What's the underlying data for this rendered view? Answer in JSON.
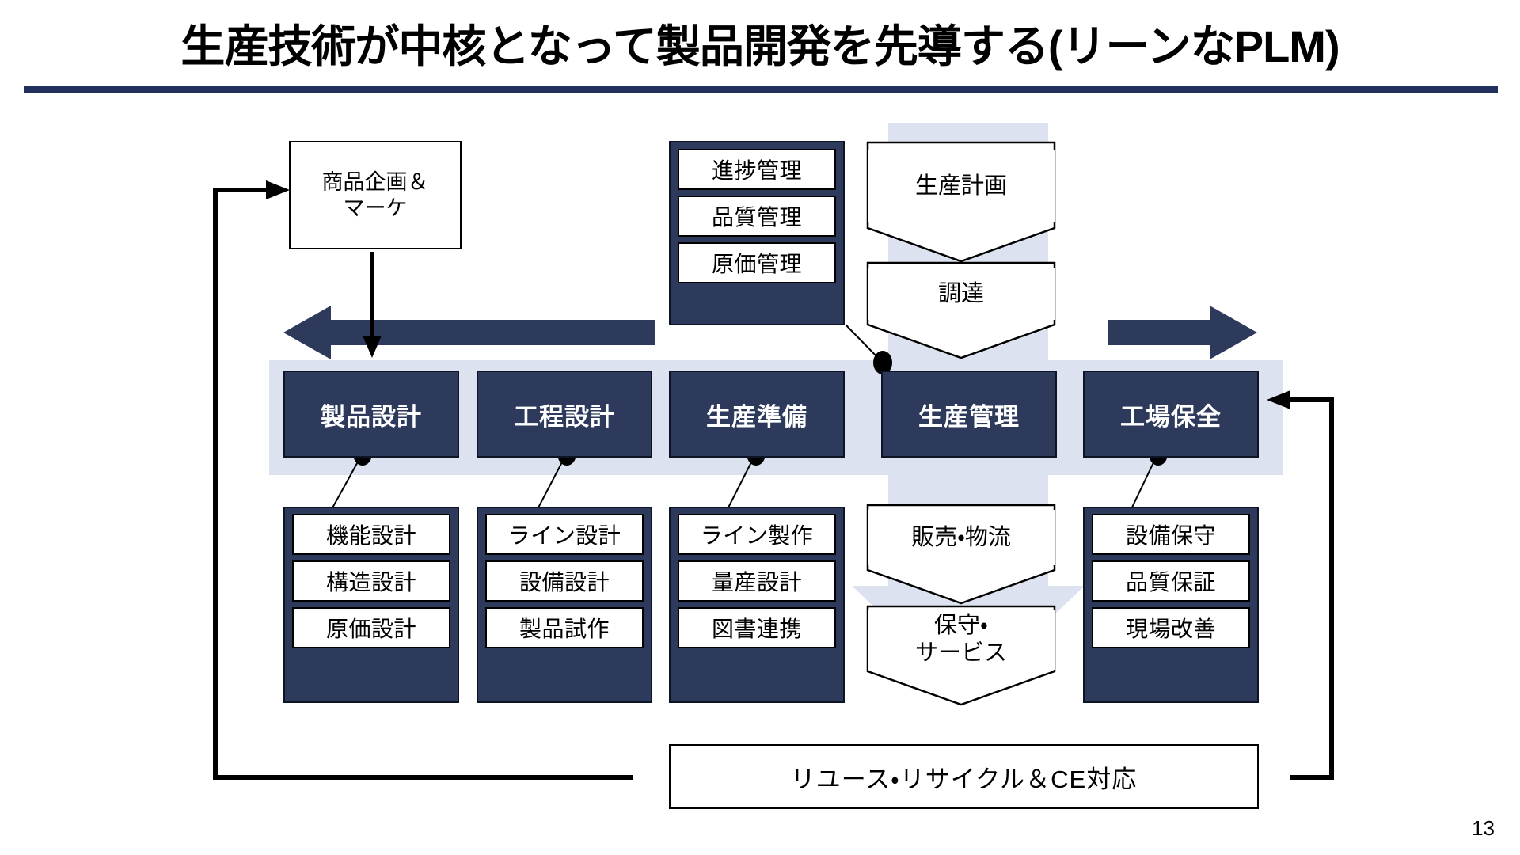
{
  "slide": {
    "title": "生産技術が中核となって製品開発を先導する(リーンなPLM)",
    "page_number": "13",
    "accent_color": "#22305e",
    "navy_color": "#2e3a5c",
    "light_blue_color": "#dde2f0"
  },
  "planning_box": {
    "label": "商品企画＆\nマーケ"
  },
  "top_management_group": {
    "items": [
      {
        "label": "進捗管理"
      },
      {
        "label": "品質管理"
      },
      {
        "label": "原価管理"
      }
    ]
  },
  "top_chevrons": [
    {
      "label": "生産計画"
    },
    {
      "label": "調達"
    }
  ],
  "bottom_chevrons": [
    {
      "label": "販売・物流"
    },
    {
      "label": "保守・\nサービス"
    }
  ],
  "core_row": {
    "cards": [
      {
        "label": "製品設計"
      },
      {
        "label": "工程設計"
      },
      {
        "label": "生産準備"
      },
      {
        "label": "生産管理"
      },
      {
        "label": "工場保全"
      }
    ]
  },
  "detail_groups": [
    {
      "parent": "製品設計",
      "items": [
        {
          "label": "機能設計"
        },
        {
          "label": "構造設計"
        },
        {
          "label": "原価設計"
        }
      ]
    },
    {
      "parent": "工程設計",
      "items": [
        {
          "label": "ライン設計"
        },
        {
          "label": "設備設計"
        },
        {
          "label": "製品試作"
        }
      ]
    },
    {
      "parent": "生産準備",
      "items": [
        {
          "label": "ライン製作"
        },
        {
          "label": "量産設計"
        },
        {
          "label": "図書連携"
        }
      ]
    },
    {
      "parent": "工場保全",
      "items": [
        {
          "label": "設備保守"
        },
        {
          "label": "品質保証"
        },
        {
          "label": "現場改善"
        }
      ]
    }
  ],
  "recycle_bar": {
    "label": "リユース・リサイクル＆CE対応"
  }
}
